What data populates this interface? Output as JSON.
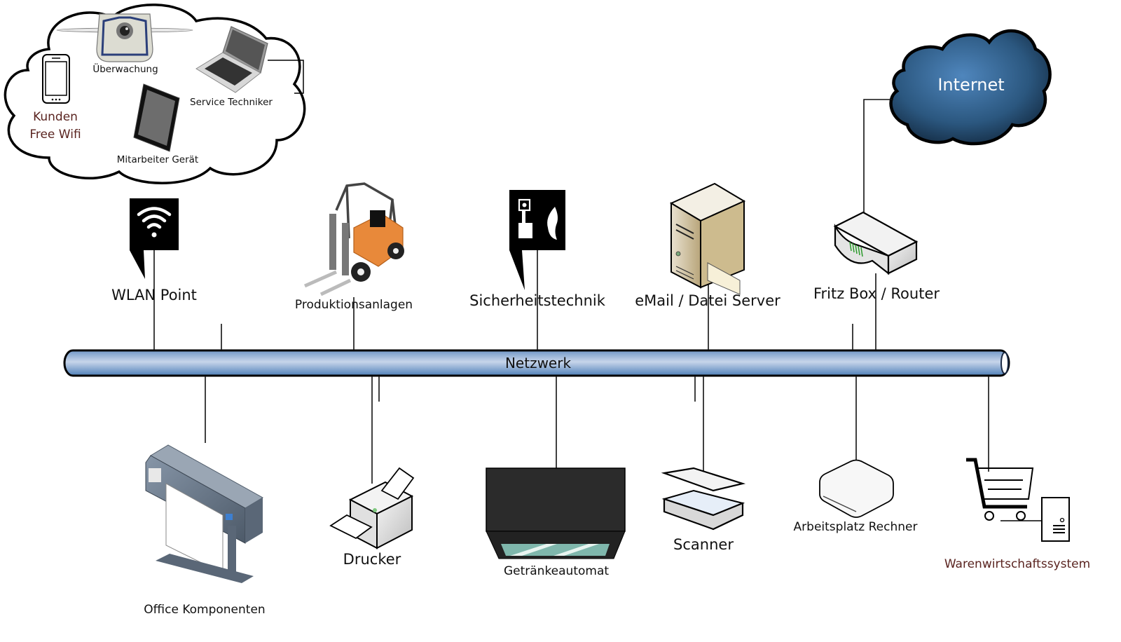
{
  "diagram": {
    "type": "network-topology",
    "backbone": {
      "label": "Netzwerk"
    },
    "internet": {
      "label": "Internet"
    },
    "wireless_cloud": {
      "devices": [
        {
          "id": "surveillance",
          "label": "Überwachung",
          "icon": "security-camera-icon"
        },
        {
          "id": "service-technician",
          "label": "Service Techniker",
          "icon": "laptop-icon"
        },
        {
          "id": "customer-wifi",
          "label_line1": "Kunden",
          "label_line2": "Free Wifi",
          "icon": "smartphone-icon"
        },
        {
          "id": "employee-device",
          "label": "Mitarbeiter Gerät",
          "icon": "tablet-icon"
        }
      ]
    },
    "top_nodes": [
      {
        "id": "wlan-point",
        "label": "WLAN Point",
        "icon": "wifi-icon"
      },
      {
        "id": "production",
        "label": "Produktionsanlagen",
        "icon": "forklift-icon"
      },
      {
        "id": "security",
        "label": "Sicherheitstechnik",
        "icon": "fire-alarm-icon"
      },
      {
        "id": "mail-server",
        "label": "eMail / Datei Server",
        "icon": "mail-server-icon"
      },
      {
        "id": "router",
        "label": "Fritz Box / Router",
        "icon": "router-icon"
      }
    ],
    "bottom_nodes": [
      {
        "id": "office",
        "label": "Office Komponenten",
        "icon": "plotter-icon"
      },
      {
        "id": "printer",
        "label": "Drucker",
        "icon": "printer-icon"
      },
      {
        "id": "vending",
        "label": "Getränkeautomat",
        "icon": "vending-machine-icon"
      },
      {
        "id": "scanner",
        "label": "Scanner",
        "icon": "scanner-icon"
      },
      {
        "id": "workstation",
        "label": "Arbeitsplatz Rechner",
        "icon": "desktop-computer-icon"
      },
      {
        "id": "erp",
        "label": "Warenwirtschaftssystem",
        "icon": "shopping-cart-server-icon"
      }
    ],
    "colors": {
      "backbone_fill": "#8fb0d6",
      "backbone_highlight": "#c9d6ea",
      "internet_cloud": "#2f5b86",
      "accent_brown": "#5a2420",
      "forklift_orange": "#e8893a",
      "line": "#111111"
    }
  }
}
